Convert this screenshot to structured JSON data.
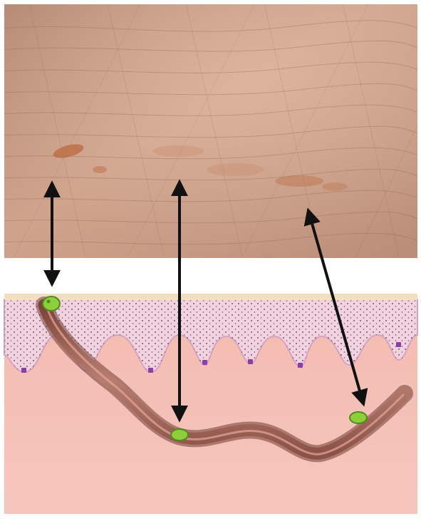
{
  "figure": {
    "panels": [
      "skin-surface-photo",
      "skin-cross-section-illustration"
    ],
    "arrows": [
      {
        "id": "arrow-left",
        "type": "double-headed"
      },
      {
        "id": "arrow-middle",
        "type": "double-headed"
      },
      {
        "id": "arrow-right",
        "type": "double-headed"
      }
    ],
    "mite_markers": 3
  },
  "colors": {
    "skin_photo": "#c99a83",
    "skin_lines": "#8f6452",
    "lesion": "#b9693f",
    "separator": "#ffffff",
    "stratum_corneum": "#f1dfc0",
    "epidermis": "#f2d2df",
    "epidermis_dots": "#5b4a5c",
    "basal_cells": "#8a3fa8",
    "dermis": "#f0b4a8",
    "burrow": "#a56a5c",
    "burrow_shadow": "#6f3c34",
    "mite": "#8ccf3a",
    "arrow": "#111111"
  }
}
